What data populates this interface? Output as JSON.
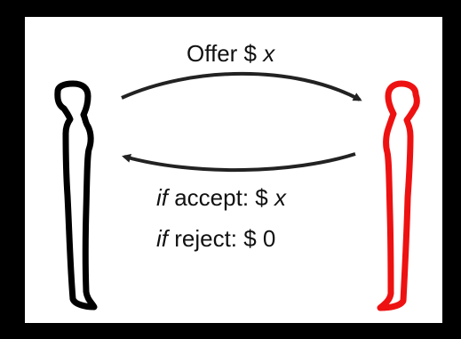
{
  "offer": {
    "text": "Offer $ ",
    "variable": "x"
  },
  "response": {
    "accept": {
      "condition": "if",
      "text": " accept: $ ",
      "variable": "x"
    },
    "reject": {
      "condition": "if",
      "text": " reject: $ 0"
    }
  },
  "colors": {
    "proposer": "#000000",
    "responder": "#ee1111",
    "arrow": "#222222",
    "background": "#ffffff",
    "border": "#000000"
  }
}
